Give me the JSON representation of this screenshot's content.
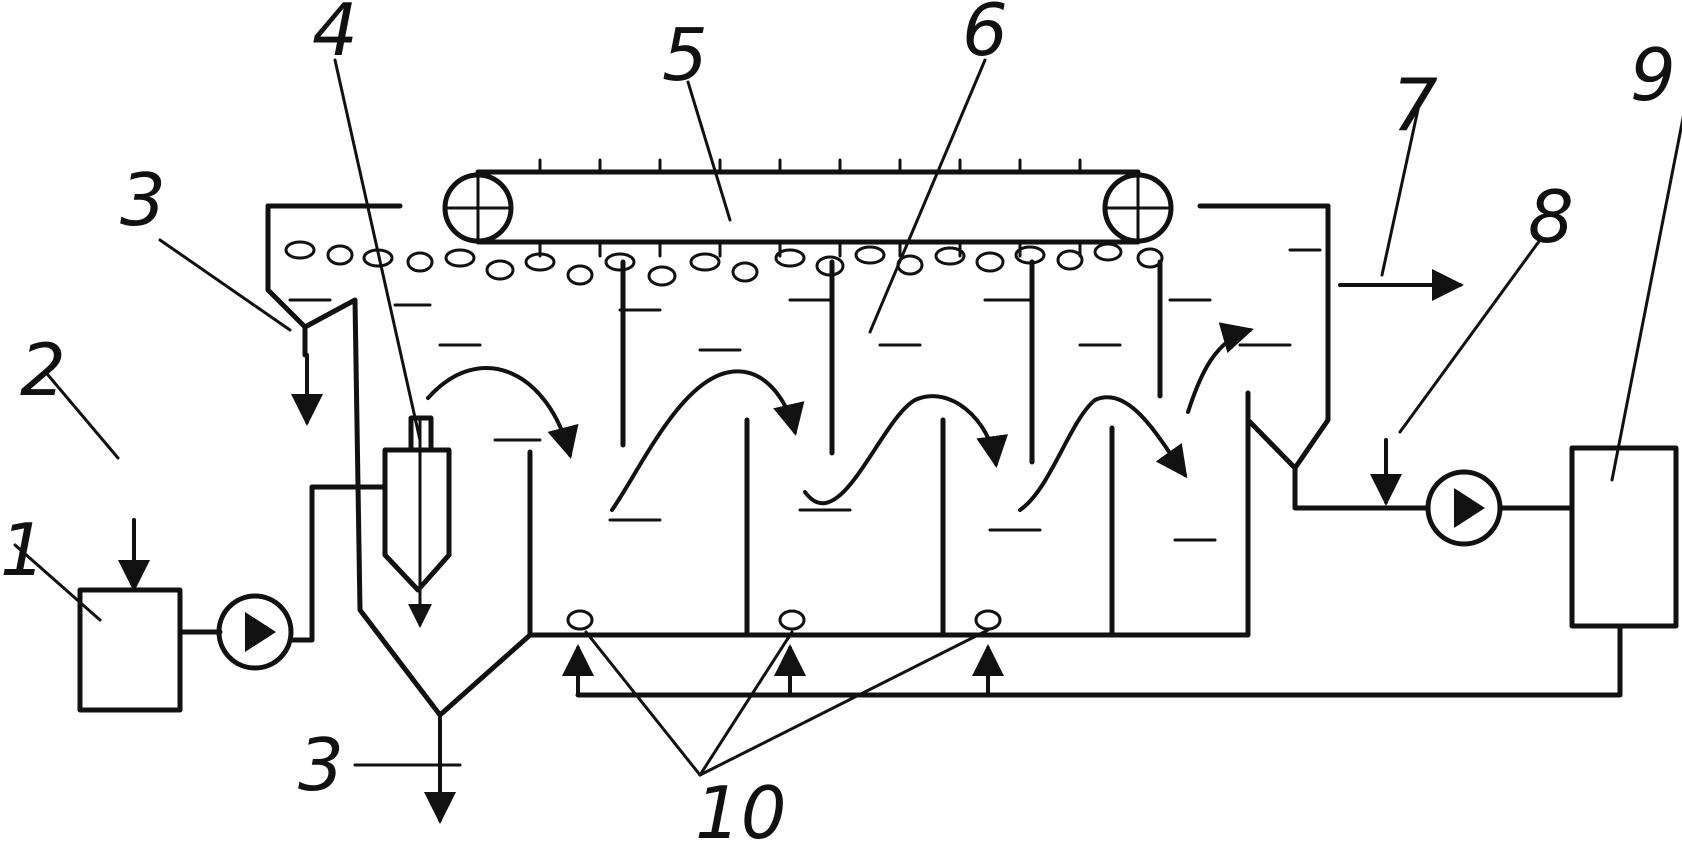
{
  "labels": {
    "l1": "1",
    "l2": "2",
    "l3_top": "3",
    "l3_bottom": "3",
    "l4": "4",
    "l5": "5",
    "l6": "6",
    "l7": "7",
    "l8": "8",
    "l9": "9",
    "l10": "10"
  },
  "colors": {
    "ink": "#111111",
    "paper": "#ffffff"
  }
}
